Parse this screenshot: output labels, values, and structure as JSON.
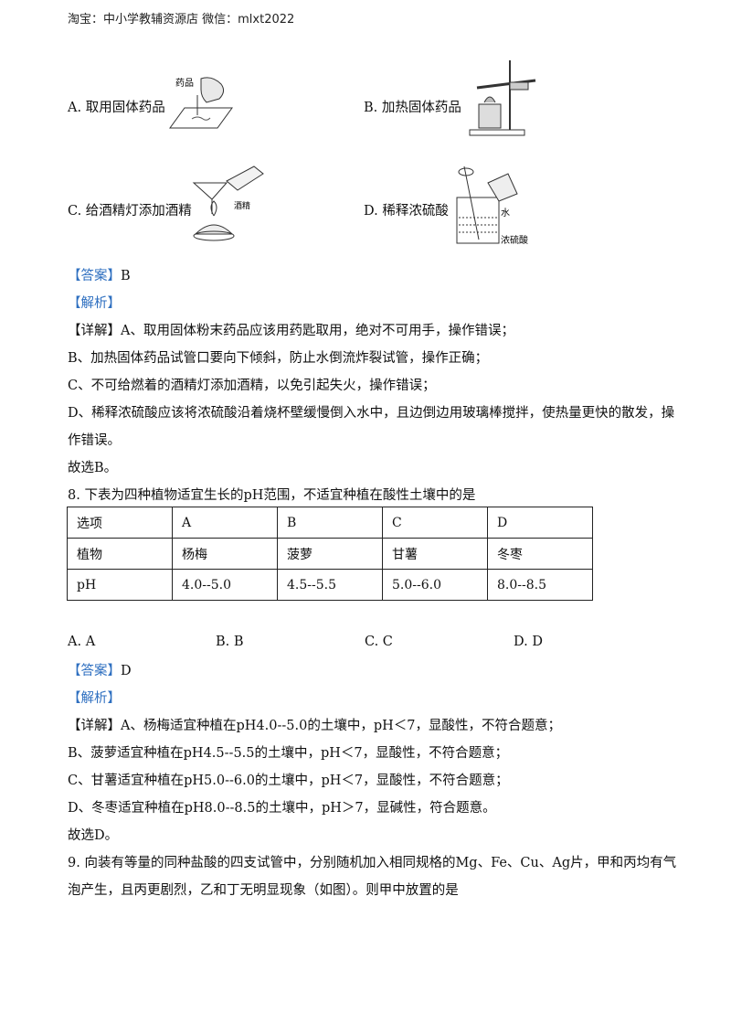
{
  "header": {
    "text": "淘宝：中小学教辅资源店    微信：mlxt2022"
  },
  "q7": {
    "options": [
      {
        "letter": "A.",
        "text": "取用固体药品",
        "fig_label": "药品"
      },
      {
        "letter": "B.",
        "text": "加热固体药品"
      },
      {
        "letter": "C.",
        "text": "给酒精灯添加酒精",
        "fig_label": "酒精"
      },
      {
        "letter": "D.",
        "text": "稀释浓硫酸",
        "fig_label_1": "水",
        "fig_label_2": "浓硫酸"
      }
    ],
    "answer_tag": "【答案】",
    "answer": "B",
    "analysis_tag": "【解析】",
    "detail_tag": "【详解】",
    "lines": [
      "A、取用固体粉末药品应该用药匙取用，绝对不可用手，操作错误；",
      "B、加热固体药品试管口要向下倾斜，防止水倒流炸裂试管，操作正确；",
      "C、不可给燃着的酒精灯添加酒精，以免引起失火，操作错误；",
      "D、稀释浓硫酸应该将浓硫酸沿着烧杯壁缓慢倒入水中，且边倒边用玻璃棒搅拌，使热量更快的散发，操",
      "作错误。",
      "故选B。"
    ]
  },
  "q8": {
    "stem": "8. 下表为四种植物适宜生长的pH范围，不适宜种植在酸性土壤中的是",
    "table": [
      [
        "选项",
        "A",
        "B",
        "C",
        "D"
      ],
      [
        "植物",
        "杨梅",
        "菠萝",
        "甘薯",
        "冬枣"
      ],
      [
        "pH",
        "4.0--5.0",
        "4.5--5.5",
        "5.0--6.0",
        "8.0--8.5"
      ]
    ],
    "choices": [
      "A. A",
      "B. B",
      "C. C",
      "D. D"
    ],
    "answer_tag": "【答案】",
    "answer": "D",
    "analysis_tag": "【解析】",
    "detail_tag": "【详解】",
    "lines": [
      "A、杨梅适宜种植在pH4.0--5.0的土壤中，pH＜7，显酸性，不符合题意；",
      "B、菠萝适宜种植在pH4.5--5.5的土壤中，pH＜7，显酸性，不符合题意；",
      "C、甘薯适宜种植在pH5.0--6.0的土壤中，pH＜7，显酸性，不符合题意；",
      "D、冬枣适宜种植在pH8.0--8.5的土壤中，pH＞7，显碱性，符合题意。",
      "故选D。"
    ]
  },
  "q9": {
    "lines": [
      "9. 向装有等量的同种盐酸的四支试管中，分别随机加入相同规格的Mg、Fe、Cu、Ag片，甲和丙均有气",
      "泡产生，且丙更剧烈，乙和丁无明显现象（如图）。则甲中放置的是"
    ]
  }
}
